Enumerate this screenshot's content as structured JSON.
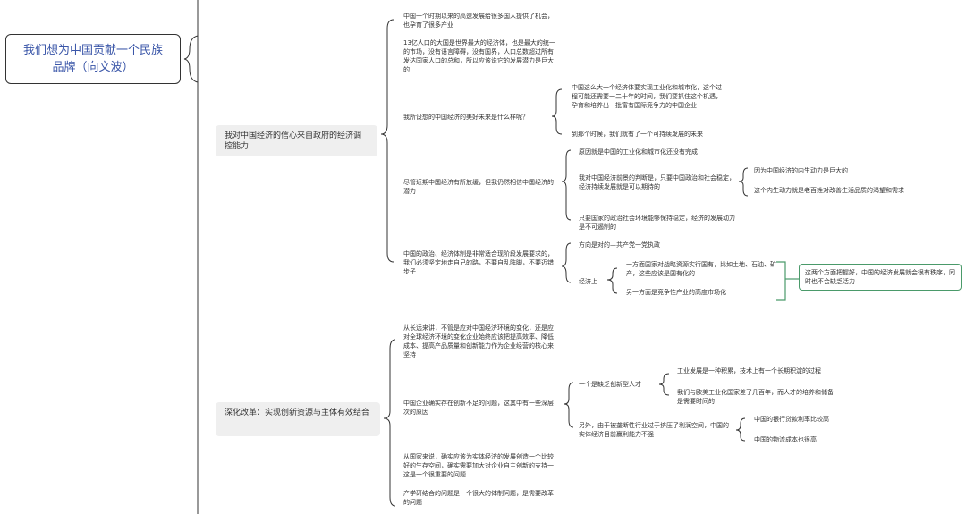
{
  "root": {
    "title": "我们想为中国贡献一个民族品牌（向文波）"
  },
  "branches": {
    "b1": "我对中国经济的信心来自政府的经济调控能力",
    "b2": "深化改革：实现创新资源与主体有效结合"
  },
  "b1": {
    "n1": "中国一个时期以来的高速发展给很多国人提供了机会，也孕育了很多产业",
    "n2": "13亿人口的大国是世界最大的经济体，也是最大的统一的市场，没有语言障碍，没有国界，人口总数超过所有发达国家人口的总和，所以应该说它的发展潜力是巨大的",
    "n3": "我所设想的中国经济的美好未来是什么样呢？",
    "n3a": "中国这么大一个经济体要实现工业化和城市化，这个过程可能还需要一二十年的时间，我们要抓住这个机遇，孕育和培养出一批富有国际竞争力的中国企业",
    "n3b": "到那个时候，我们就有了一个可持续发展的未来",
    "n4": "尽管近期中国经济有所放缓，但我仍然相信中国经济的潜力",
    "n4a": "原因就是中国的工业化和城市化还没有完成",
    "n4b": "我对中国经济前景的判断是，只要中国政治和社会稳定，经济持续发展就是可以期待的",
    "n4b1": "因为中国经济的内生动力是巨大的",
    "n4b2": "这个内生动力就是老百姓对改善生活品质的渴望和需求",
    "n4c": "只要国家的政治社会环境能够保持稳定，经济的发展动力是不可遏制的",
    "n5": "中国的政治、经济体制是非常适合现阶段发展要求的，我们必须坚定地走自己的路，不要自乱阵脚，不要迈错步子",
    "n5a": "方向是对的—共产党一党执政",
    "n5b": "经济上",
    "n5b1": "一方面国家对战略资源实行国有，比如土地、石油、矿产，这些应该是国有化的",
    "n5b2": "另一方面是竞争性产业的高度市场化",
    "callout": "这两个方面把握好，中国的经济发展就会很有秩序，同时也不会缺乏活力"
  },
  "b2": {
    "m1": "从长远来讲，不管是应对中国经济环境的变化，还是应对全球经济环境的变化企业始终应该把提高效率、降低成本、提高产品质量和创新能力作为企业经营的核心来坚持",
    "m2": "中国企业确实存在创新不足的问题，这其中有一些深层次的原因",
    "m2a": "一个是缺乏创新型人才",
    "m2a1": "工业发展是一种积累，技术上有一个长期积淀的过程",
    "m2a2": "我们与欧美工业化国家差了几百年，而人才的培养和储备是需要时间的",
    "m2b": "另外，由于被垄断性行业过于挤压了利润空间，中国的实体经济目前赢利能力不强",
    "m2b1": "中国的银行贷款利率比较高",
    "m2b2": "中国的物流成本也很高",
    "m3": "从国家来说，确实应该为实体经济的发展创造一个比较好的生存空间，确实需要加大对企业自主创新的支持一这是一个很重要的问题",
    "m4": "产学研结合的问题是一个很大的体制问题，是需要改革的问题"
  }
}
